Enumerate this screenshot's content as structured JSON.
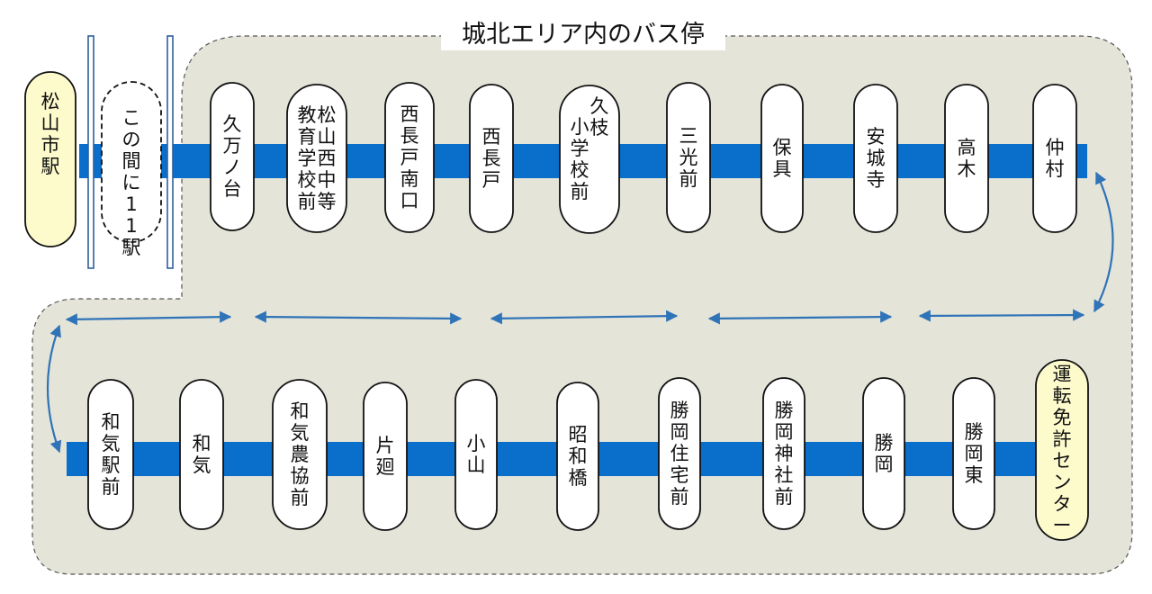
{
  "title": "城北エリア内のバス停",
  "colors": {
    "line": "#0a6fca",
    "area": "#e4e4d8",
    "stop_fill": "#ffffff",
    "terminal_fill": "#fdfacc",
    "arrow": "#2f73b8"
  },
  "origin": {
    "name": "松山市駅"
  },
  "separator": {
    "text": "この間に11駅"
  },
  "top_row": [
    {
      "lines": [
        "久万ノ台"
      ]
    },
    {
      "lines": [
        "松山西中等",
        "教育学校前"
      ]
    },
    {
      "lines": [
        "西長戸南口"
      ]
    },
    {
      "lines": [
        "西長戸"
      ]
    },
    {
      "lines": [
        "久枝",
        "小学校前"
      ]
    },
    {
      "lines": [
        "三光前"
      ]
    },
    {
      "lines": [
        "保具"
      ]
    },
    {
      "lines": [
        "安城寺"
      ]
    },
    {
      "lines": [
        "高木"
      ]
    },
    {
      "lines": [
        "仲村"
      ]
    }
  ],
  "bottom_row": [
    {
      "lines": [
        "和気駅前"
      ]
    },
    {
      "lines": [
        "和気"
      ]
    },
    {
      "lines": [
        "和気農協前"
      ]
    },
    {
      "lines": [
        "片廻"
      ]
    },
    {
      "lines": [
        "小山"
      ]
    },
    {
      "lines": [
        "昭和橋"
      ]
    },
    {
      "lines": [
        "勝岡住宅前"
      ]
    },
    {
      "lines": [
        "勝岡神社前"
      ]
    },
    {
      "lines": [
        "勝岡"
      ]
    },
    {
      "lines": [
        "勝岡東"
      ]
    },
    {
      "lines": [
        "運転免許センター"
      ],
      "terminal": true
    }
  ],
  "arrow_icons": [
    "double-arrow-icon"
  ]
}
